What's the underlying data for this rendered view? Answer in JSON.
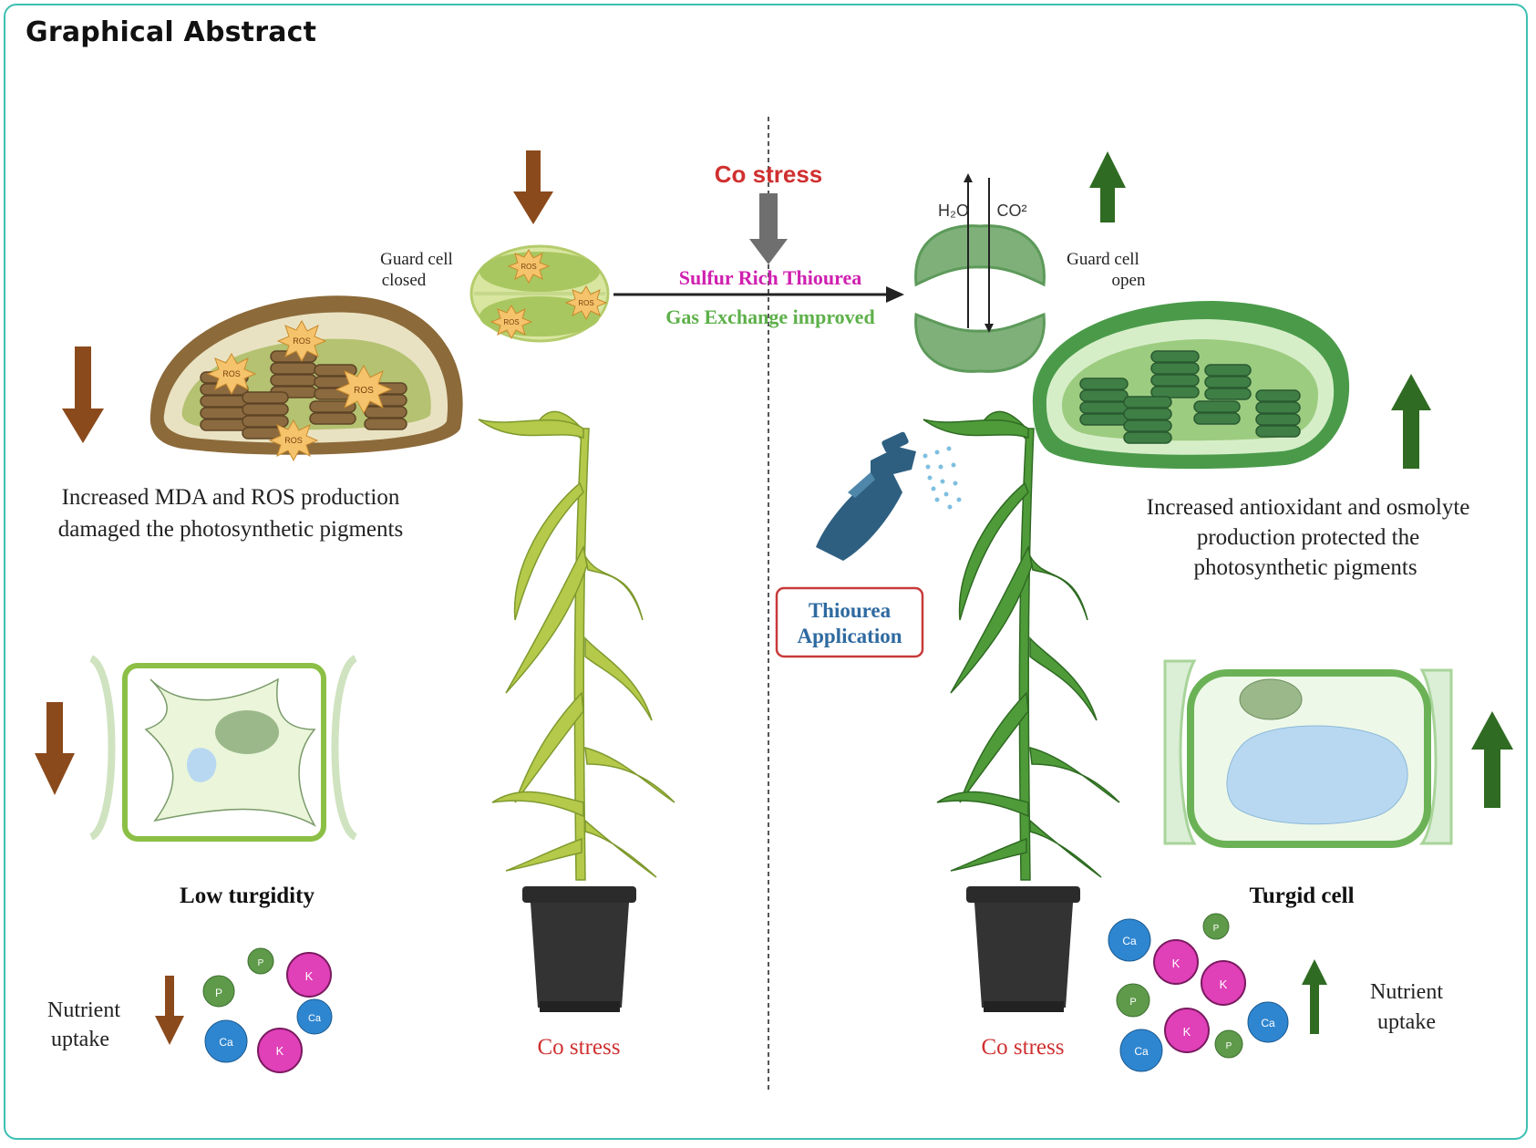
{
  "heading": "Graphical Abstract",
  "center": {
    "stress_label": "Co stress",
    "thiourea_label": "Sulfur Rich Thiourea",
    "gas_label": "Gas Exchange improved"
  },
  "left": {
    "guard_cell_line1": "Guard cell",
    "guard_cell_line2": "closed",
    "ros_tag": "ROS",
    "pigment_line1": "Increased MDA and ROS production",
    "pigment_line2": "damaged the photosynthetic pigments",
    "cell_label": "Low turgidity",
    "nutrient_line1": "Nutrient",
    "nutrient_line2": "uptake",
    "pot_label": "Co stress"
  },
  "right": {
    "h2o_label": "H₂O",
    "co2_label": "CO²",
    "guard_cell_line1": "Guard cell",
    "guard_cell_line2": "open",
    "pigment_line1": "Increased antioxidant and osmolyte",
    "pigment_line2": "production protected the",
    "pigment_line3": "photosynthetic pigments",
    "application_line1": "Thiourea",
    "application_line2": "Application",
    "cell_label": "Turgid cell",
    "nutrient_line1": "Nutrient",
    "nutrient_line2": "uptake",
    "pot_label": "Co stress"
  },
  "ions": {
    "ca": "Ca",
    "k": "K",
    "p": "P"
  },
  "colors": {
    "frame": "#3cbfb3",
    "decrease_arrow": "#8b4a1c",
    "increase_arrow": "#2f6b22",
    "stress_red": "#d03030",
    "thiourea_magenta": "#d020b0",
    "gas_green": "#5db04a",
    "calcium": "#2f86d0",
    "potassium": "#e040b8",
    "phosphorus": "#5e9a4a"
  }
}
